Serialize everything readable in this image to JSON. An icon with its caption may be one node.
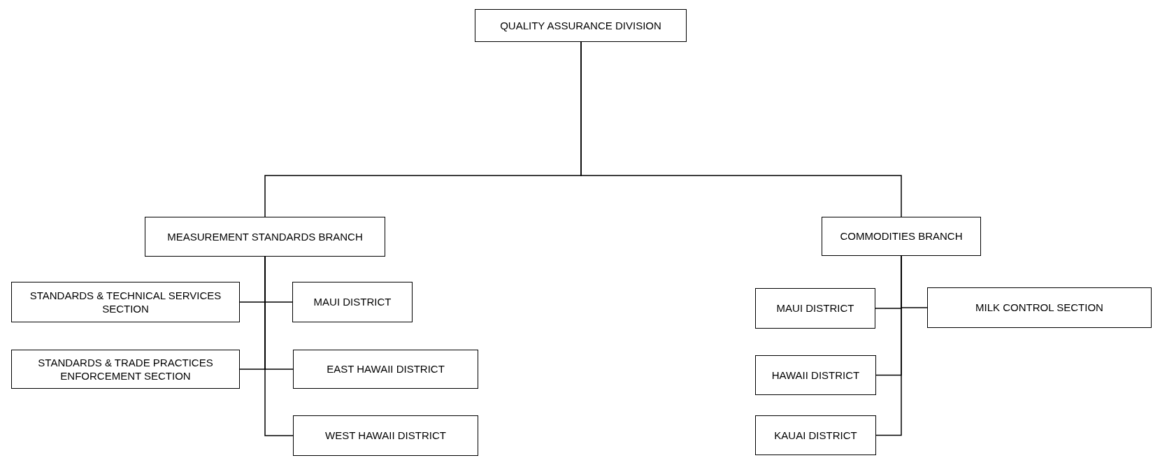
{
  "diagram": {
    "nodes": [
      {
        "text": [
          "QUALITY ASSURANCE DIVISION"
        ]
      },
      {
        "text": [
          "MEASUREMENT STANDARDS BRANCH"
        ]
      },
      {
        "text": [
          "COMMODITIES BRANCH"
        ]
      },
      {
        "text": [
          "STANDARDS & TECHNICAL SERVICES SECTION"
        ]
      },
      {
        "text": [
          "MAUI DISTRICT"
        ]
      },
      {
        "text": [
          "STANDARDS & TRADE PRACTICES ENFORCEMENT SECTION"
        ]
      },
      {
        "text": [
          "EAST HAWAII DISTRICT"
        ]
      },
      {
        "text": [
          "WEST HAWAII DISTRICT"
        ]
      },
      {
        "text": [
          "MAUI DISTRICT"
        ]
      },
      {
        "text": [
          "MILK CONTROL SECTION"
        ]
      },
      {
        "text": [
          "HAWAII DISTRICT"
        ]
      },
      {
        "text": [
          "KAUAI DISTRICT"
        ]
      }
    ],
    "edges": [
      {
        "from": 0,
        "to": 1,
        "arrow": "none"
      },
      {
        "from": 0,
        "to": 2,
        "arrow": "none"
      },
      {
        "from": 1,
        "to": 3,
        "arrow": "none"
      },
      {
        "from": 1,
        "to": 4,
        "arrow": "none"
      },
      {
        "from": 1,
        "to": 5,
        "arrow": "none"
      },
      {
        "from": 1,
        "to": 6,
        "arrow": "none"
      },
      {
        "from": 1,
        "to": 7,
        "arrow": "none"
      },
      {
        "from": 2,
        "to": 8,
        "arrow": "none"
      },
      {
        "from": 2,
        "to": 9,
        "arrow": "none"
      },
      {
        "from": 2,
        "to": 10,
        "arrow": "none"
      },
      {
        "from": 2,
        "to": 11,
        "arrow": "none"
      }
    ]
  }
}
